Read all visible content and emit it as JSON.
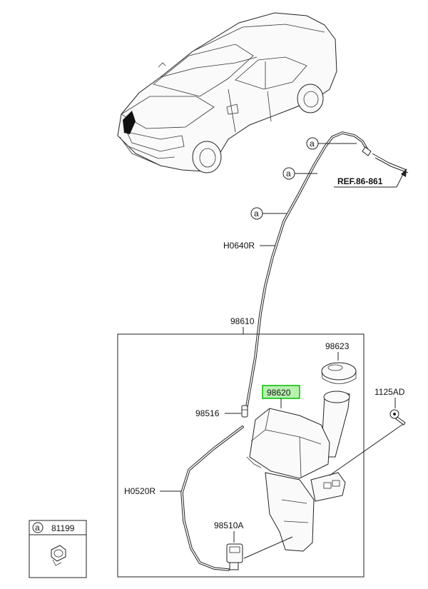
{
  "labels": {
    "hose_front": "H0640R",
    "hose_rear": "H0520R",
    "reservoir_assy": "98610",
    "cap": "98623",
    "reservoir": "98620",
    "check_valve": "98516",
    "bolt": "1125AD",
    "pump": "98510A",
    "ref": "REF.86-861",
    "clip_marker": "a",
    "clip_part": "81199"
  },
  "highlight_color": "#00c000"
}
